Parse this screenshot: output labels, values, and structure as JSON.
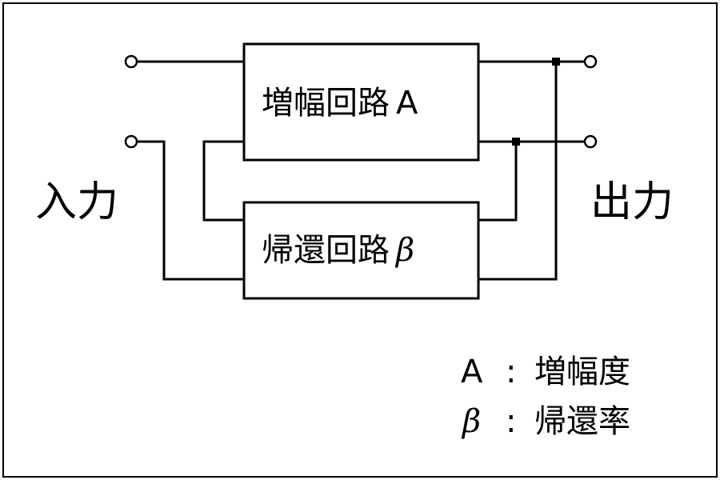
{
  "amplifier_block": {
    "name": "増幅回路",
    "symbol": "A"
  },
  "feedback_block": {
    "name": "帰還回路",
    "symbol": "β"
  },
  "input_label": "入力",
  "output_label": "出力",
  "legend": [
    {
      "symbol": "A",
      "separator": ":",
      "meaning": "増幅度"
    },
    {
      "symbol": "β",
      "separator": ":",
      "meaning": "帰還率"
    }
  ]
}
